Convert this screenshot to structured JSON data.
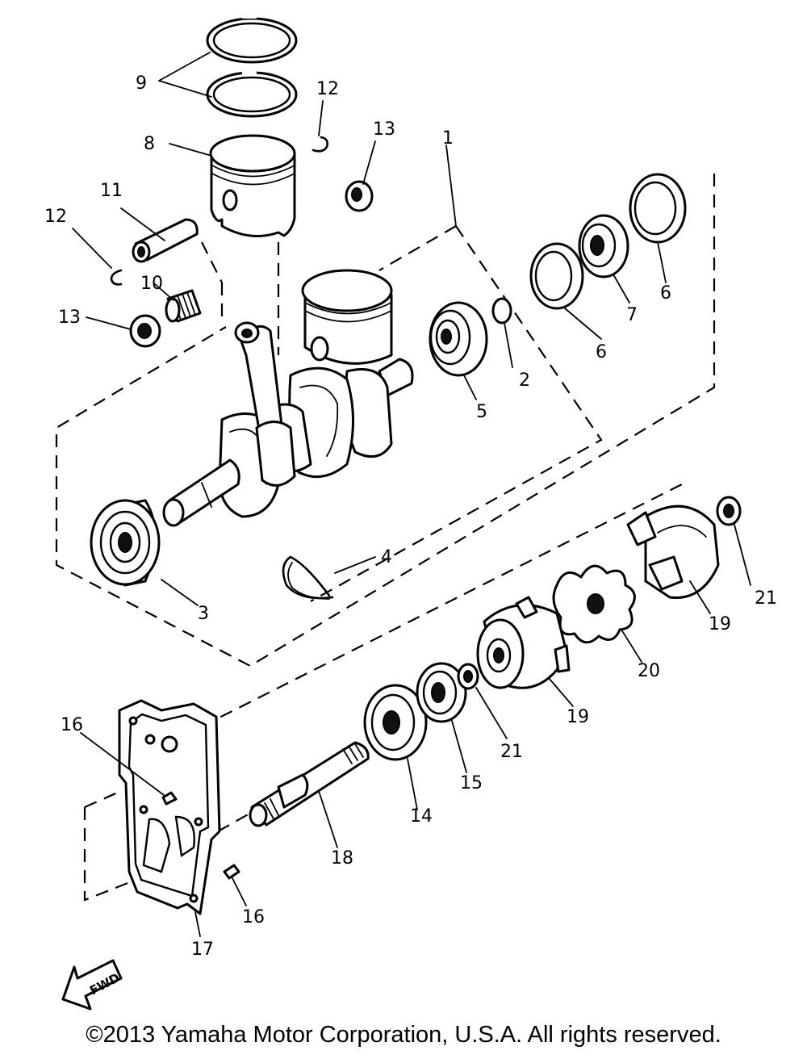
{
  "callouts": {
    "c1": "1",
    "c2": "2",
    "c3": "3",
    "c4": "4",
    "c5": "5",
    "c6a": "6",
    "c6b": "6",
    "c7": "7",
    "c8": "8",
    "c9": "9",
    "c10": "10",
    "c11": "11",
    "c12a": "12",
    "c12b": "12",
    "c13a": "13",
    "c13b": "13",
    "c14": "14",
    "c15": "15",
    "c16a": "16",
    "c16b": "16",
    "c17": "17",
    "c18": "18",
    "c19a": "19",
    "c19b": "19",
    "c20": "20",
    "c21a": "21",
    "c21b": "21"
  },
  "fwd_label": "FWD",
  "copyright": "©2013 Yamaha Motor Corporation, U.S.A. All rights reserved."
}
